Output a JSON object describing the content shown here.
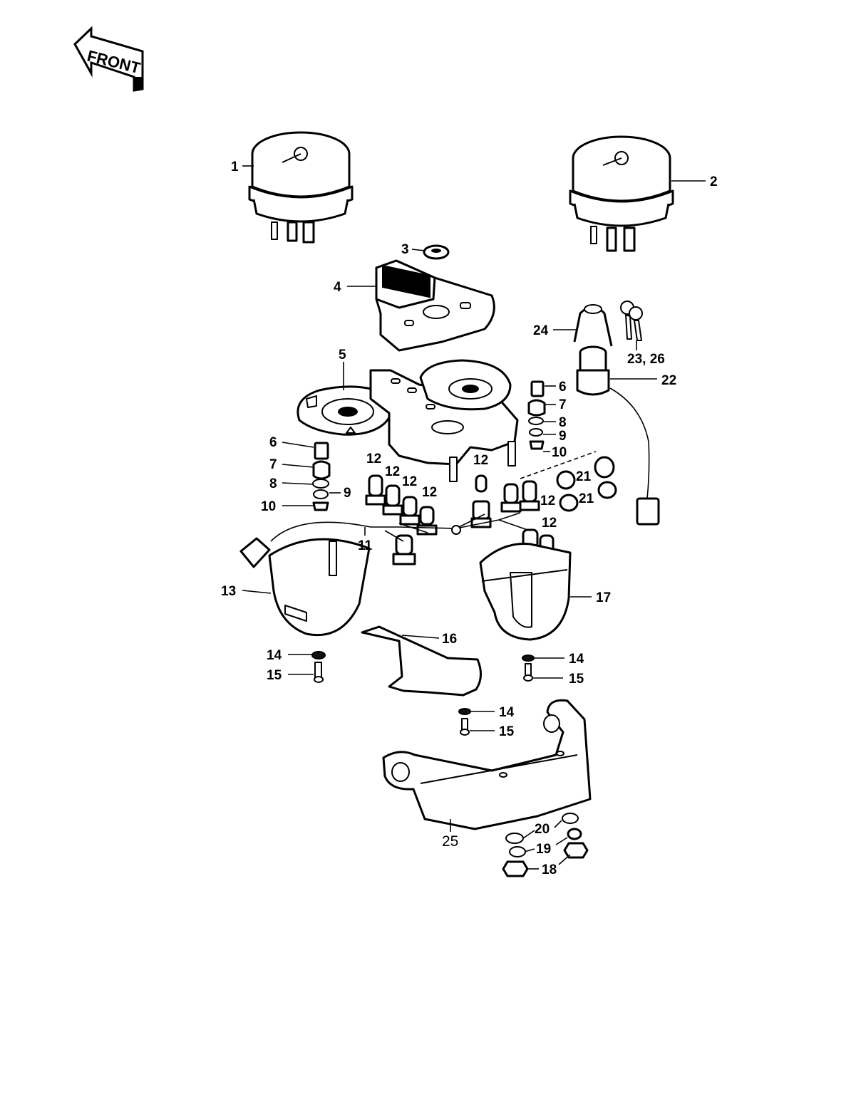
{
  "orientation": {
    "front_label": "FRONT",
    "icon": "front-arrow-icon"
  },
  "parts": [
    {
      "id": "p1",
      "label": "1",
      "part": "meter-left"
    },
    {
      "id": "p2",
      "label": "2",
      "part": "meter-right"
    },
    {
      "id": "p3",
      "label": "3",
      "part": "grommet"
    },
    {
      "id": "p4",
      "label": "4",
      "part": "indicator-panel"
    },
    {
      "id": "p5",
      "label": "5",
      "part": "meter-cushion-left"
    },
    {
      "id": "p6a",
      "label": "6",
      "part": "spacer"
    },
    {
      "id": "p6b",
      "label": "6",
      "part": "spacer"
    },
    {
      "id": "p7a",
      "label": "7",
      "part": "damper"
    },
    {
      "id": "p7b",
      "label": "7",
      "part": "damper"
    },
    {
      "id": "p8a",
      "label": "8",
      "part": "washer"
    },
    {
      "id": "p8b",
      "label": "8",
      "part": "washer"
    },
    {
      "id": "p9a",
      "label": "9",
      "part": "lock-washer"
    },
    {
      "id": "p9b",
      "label": "9",
      "part": "lock-washer"
    },
    {
      "id": "p10a",
      "label": "10",
      "part": "nut"
    },
    {
      "id": "p10b",
      "label": "10",
      "part": "nut"
    },
    {
      "id": "p11",
      "label": "11",
      "part": "wiring-harness"
    },
    {
      "id": "p12a",
      "label": "12",
      "part": "bulb-socket"
    },
    {
      "id": "p12b",
      "label": "12",
      "part": "bulb-socket"
    },
    {
      "id": "p12c",
      "label": "12",
      "part": "bulb-socket"
    },
    {
      "id": "p12d",
      "label": "12",
      "part": "bulb-socket"
    },
    {
      "id": "p12e",
      "label": "12",
      "part": "bulb-socket"
    },
    {
      "id": "p12f",
      "label": "12",
      "part": "bulb-socket"
    },
    {
      "id": "p12g",
      "label": "12",
      "part": "bulb-socket"
    },
    {
      "id": "p13",
      "label": "13",
      "part": "meter-case-left"
    },
    {
      "id": "p14a",
      "label": "14",
      "part": "washer"
    },
    {
      "id": "p14b",
      "label": "14",
      "part": "washer"
    },
    {
      "id": "p14c",
      "label": "14",
      "part": "washer"
    },
    {
      "id": "p15a",
      "label": "15",
      "part": "screw"
    },
    {
      "id": "p15b",
      "label": "15",
      "part": "screw"
    },
    {
      "id": "p15c",
      "label": "15",
      "part": "screw"
    },
    {
      "id": "p16",
      "label": "16",
      "part": "bracket"
    },
    {
      "id": "p17",
      "label": "17",
      "part": "meter-case-right"
    },
    {
      "id": "p18",
      "label": "18",
      "part": "nut"
    },
    {
      "id": "p19",
      "label": "19",
      "part": "lock-washer"
    },
    {
      "id": "p20",
      "label": "20",
      "part": "washer"
    },
    {
      "id": "p21a",
      "label": "21",
      "part": "lens"
    },
    {
      "id": "p21b",
      "label": "21",
      "part": "lens"
    },
    {
      "id": "p22",
      "label": "22",
      "part": "ignition-switch"
    },
    {
      "id": "p23",
      "label": "23, 26",
      "part": "keys"
    },
    {
      "id": "p24",
      "label": "24",
      "part": "switch-cover"
    },
    {
      "id": "p25",
      "label": "25",
      "part": "meter-bracket"
    }
  ]
}
